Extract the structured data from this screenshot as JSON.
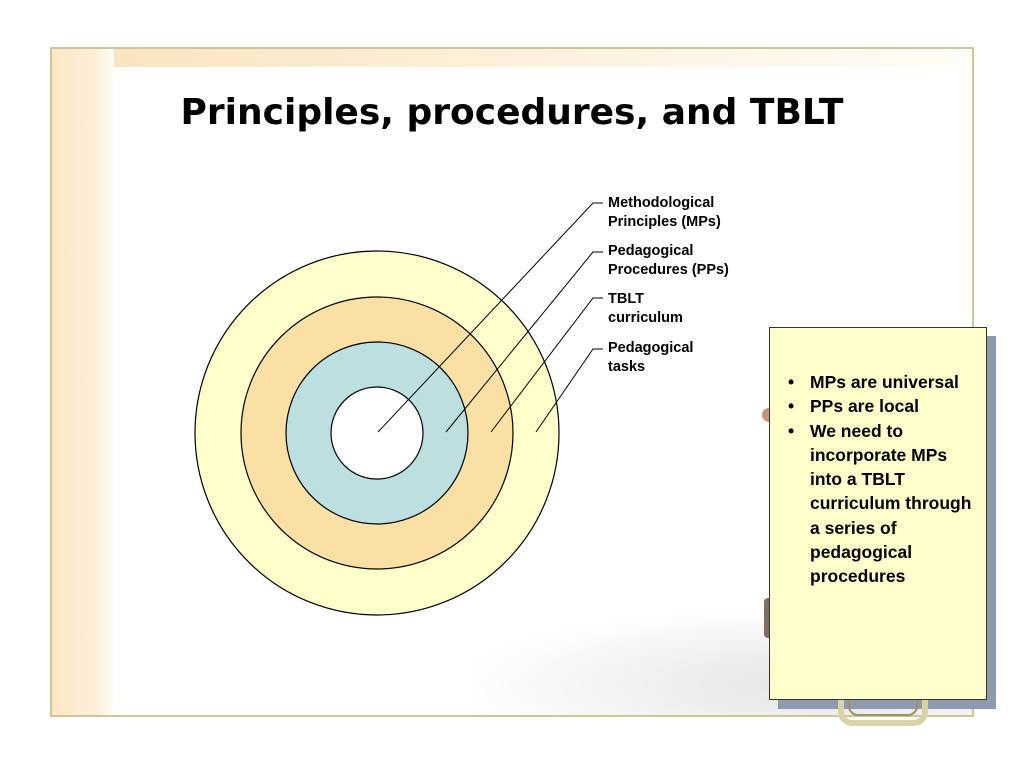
{
  "slide": {
    "title": "Principles, procedures, and TBLT"
  },
  "diagram": {
    "rings": [
      {
        "label": "Methodological\nPrinciples (MPs)",
        "color": "#ffffcc"
      },
      {
        "label": "Pedagogical\nProcedures (PPs)",
        "color": "#fbe0a6"
      },
      {
        "label": "TBLT\ncurriculum",
        "color": "#bce0e0"
      },
      {
        "label": "Pedagogical\ntasks",
        "color": "#ffffff"
      }
    ]
  },
  "note": {
    "bullet_char": "•",
    "items": [
      "MPs are universal",
      "PPs are local",
      "We need to incorporate MPs into a TBLT curriculum through a series of pedagogical procedures"
    ]
  }
}
